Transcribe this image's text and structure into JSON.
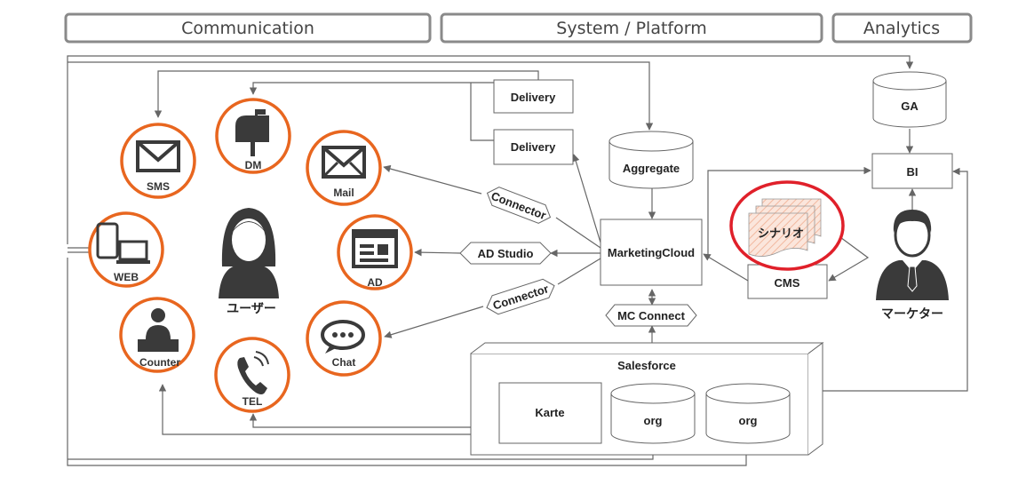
{
  "headers": {
    "communication": "Communication",
    "system_platform": "System / Platform",
    "analytics": "Analytics"
  },
  "channels": {
    "sms": "SMS",
    "dm": "DM",
    "mail": "Mail",
    "web": "WEB",
    "ad": "AD",
    "counter": "Counter",
    "tel": "TEL",
    "chat": "Chat"
  },
  "user_label": "ユーザー",
  "marketer_label": "マーケター",
  "nodes": {
    "delivery_1": "Delivery",
    "delivery_2": "Delivery",
    "aggregate": "Aggregate",
    "marketing_cloud": "MarketingCloud",
    "connector_top": "Connector",
    "ad_studio": "AD Studio",
    "connector_bottom": "Connector",
    "mc_connect": "MC Connect",
    "salesforce": "Salesforce",
    "karte": "Karte",
    "org_1": "org",
    "org_2": "org",
    "scenario": "シナリオ",
    "cms": "CMS",
    "ga": "GA",
    "bi": "BI"
  },
  "colors": {
    "channel_ring": "#e8661f",
    "highlight_ring": "#e0202a",
    "icon_dark": "#3a3a3a",
    "line": "#666666"
  },
  "icons": {
    "sms": "envelope-icon",
    "dm": "mailbox-icon",
    "mail": "envelope-icon",
    "web": "devices-icon",
    "ad": "web-page-icon",
    "counter": "receptionist-icon",
    "tel": "phone-icon",
    "chat": "speech-bubble-icon",
    "user": "female-user-icon",
    "marketer": "businessman-icon"
  }
}
